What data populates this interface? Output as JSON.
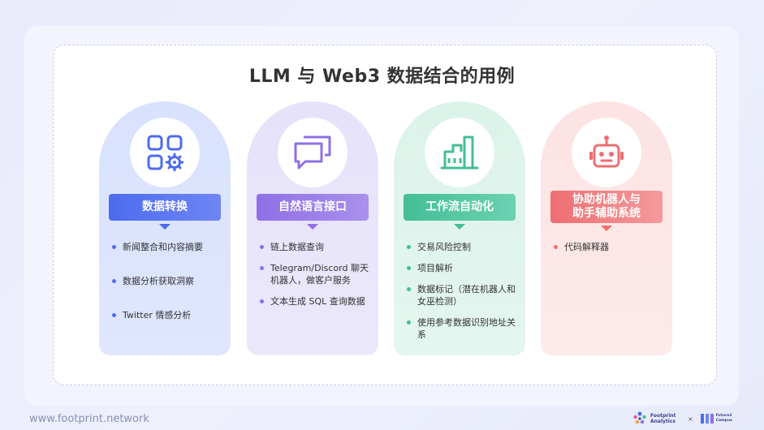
{
  "title": "LLM 与 Web3 数据结合的用例",
  "columns": [
    {
      "label": "数据转换",
      "icon": "grid-gear-icon",
      "color": "#4d6bef",
      "items": [
        "新闻整合和内容摘要",
        "数据分析获取洞察",
        "Twitter 情感分析"
      ]
    },
    {
      "label": "自然语言接口",
      "icon": "chat-bubbles-icon",
      "color": "#8f6fe6",
      "items": [
        "链上数据查询",
        "Telegram/Discord 聊天机器人，做客户服务",
        "文本生成 SQL 查询数据"
      ]
    },
    {
      "label": "工作流自动化",
      "icon": "factory-icon",
      "color": "#43be97",
      "items": [
        "交易风险控制",
        "项目解析",
        "数据标记（潜在机器人和女巫检测）",
        "使用参考数据识别地址关系"
      ]
    },
    {
      "label_line1": "协助机器人与",
      "label_line2": "助手辅助系统",
      "icon": "robot-icon",
      "color": "#ee6e72",
      "items": [
        "代码解释器"
      ]
    }
  ],
  "footer": {
    "url": "www.footprint.network",
    "logo1_line1": "Footprint",
    "logo1_line2": "Analytics",
    "separator": "×",
    "logo2_line1": "Future3",
    "logo2_line2": "Campus"
  }
}
